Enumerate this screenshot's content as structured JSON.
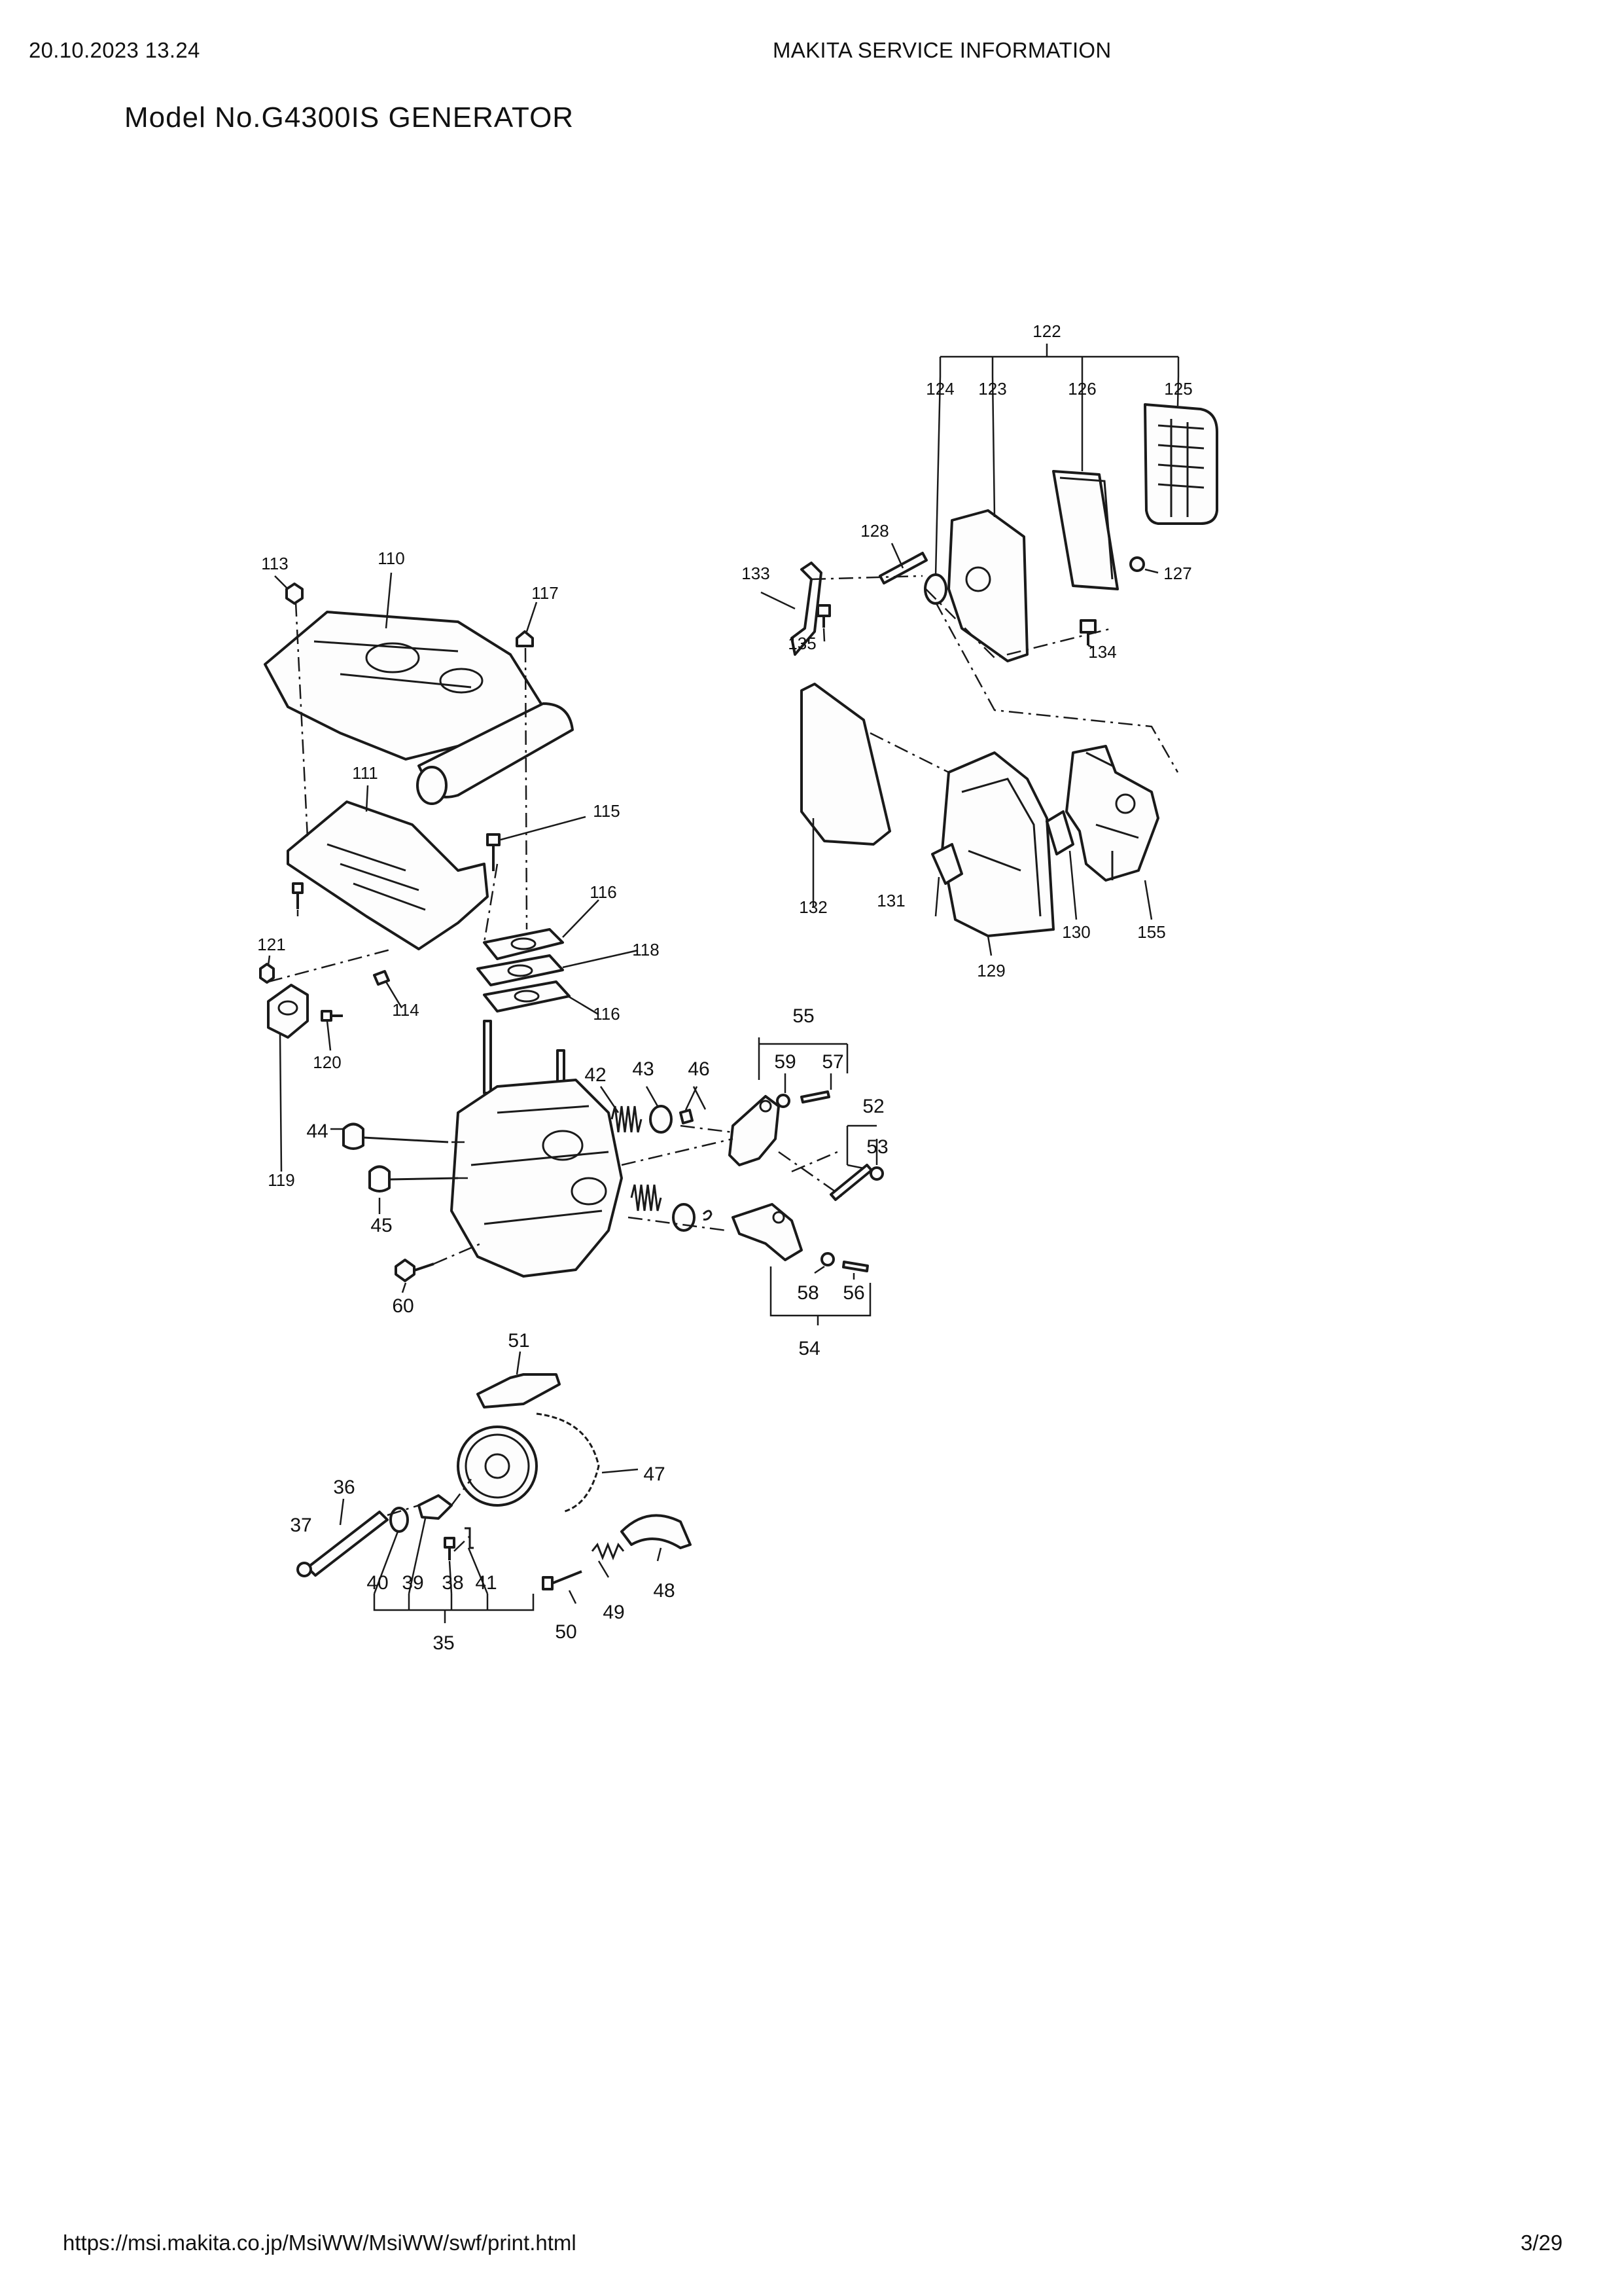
{
  "header": {
    "date": "20.10.2023 13.24",
    "site": "MAKITA SERVICE INFORMATION"
  },
  "title": "Model No.G4300IS  GENERATOR",
  "footer": {
    "url": "https://msi.makita.co.jp/MsiWW/MsiWW/swf/print.html",
    "page": "3/29"
  },
  "callouts": {
    "p122": "122",
    "p124": "124",
    "p123": "123",
    "p126": "126",
    "p125": "125",
    "p128": "128",
    "p127": "127",
    "p133": "133",
    "p135": "135",
    "p134": "134",
    "p132": "132",
    "p131": "131",
    "p129": "129",
    "p130": "130",
    "p155": "155",
    "p113": "113",
    "p110": "110",
    "p117": "117",
    "p111": "111",
    "p115": "115",
    "p116a": "116",
    "p118": "118",
    "p116b": "116",
    "p121": "121",
    "p114": "114",
    "p120": "120",
    "p119": "119",
    "p44": "44",
    "p45": "45",
    "p60": "60",
    "p42": "42",
    "p43": "43",
    "p46": "46",
    "p55": "55",
    "p59": "59",
    "p57": "57",
    "p52": "52",
    "p53": "53",
    "p58": "58",
    "p56": "56",
    "p54": "54",
    "p51": "51",
    "p47": "47",
    "p36": "36",
    "p37": "37",
    "p40": "40",
    "p39": "39",
    "p38": "38",
    "p41": "41",
    "p35": "35",
    "p50": "50",
    "p49": "49",
    "p48": "48"
  }
}
